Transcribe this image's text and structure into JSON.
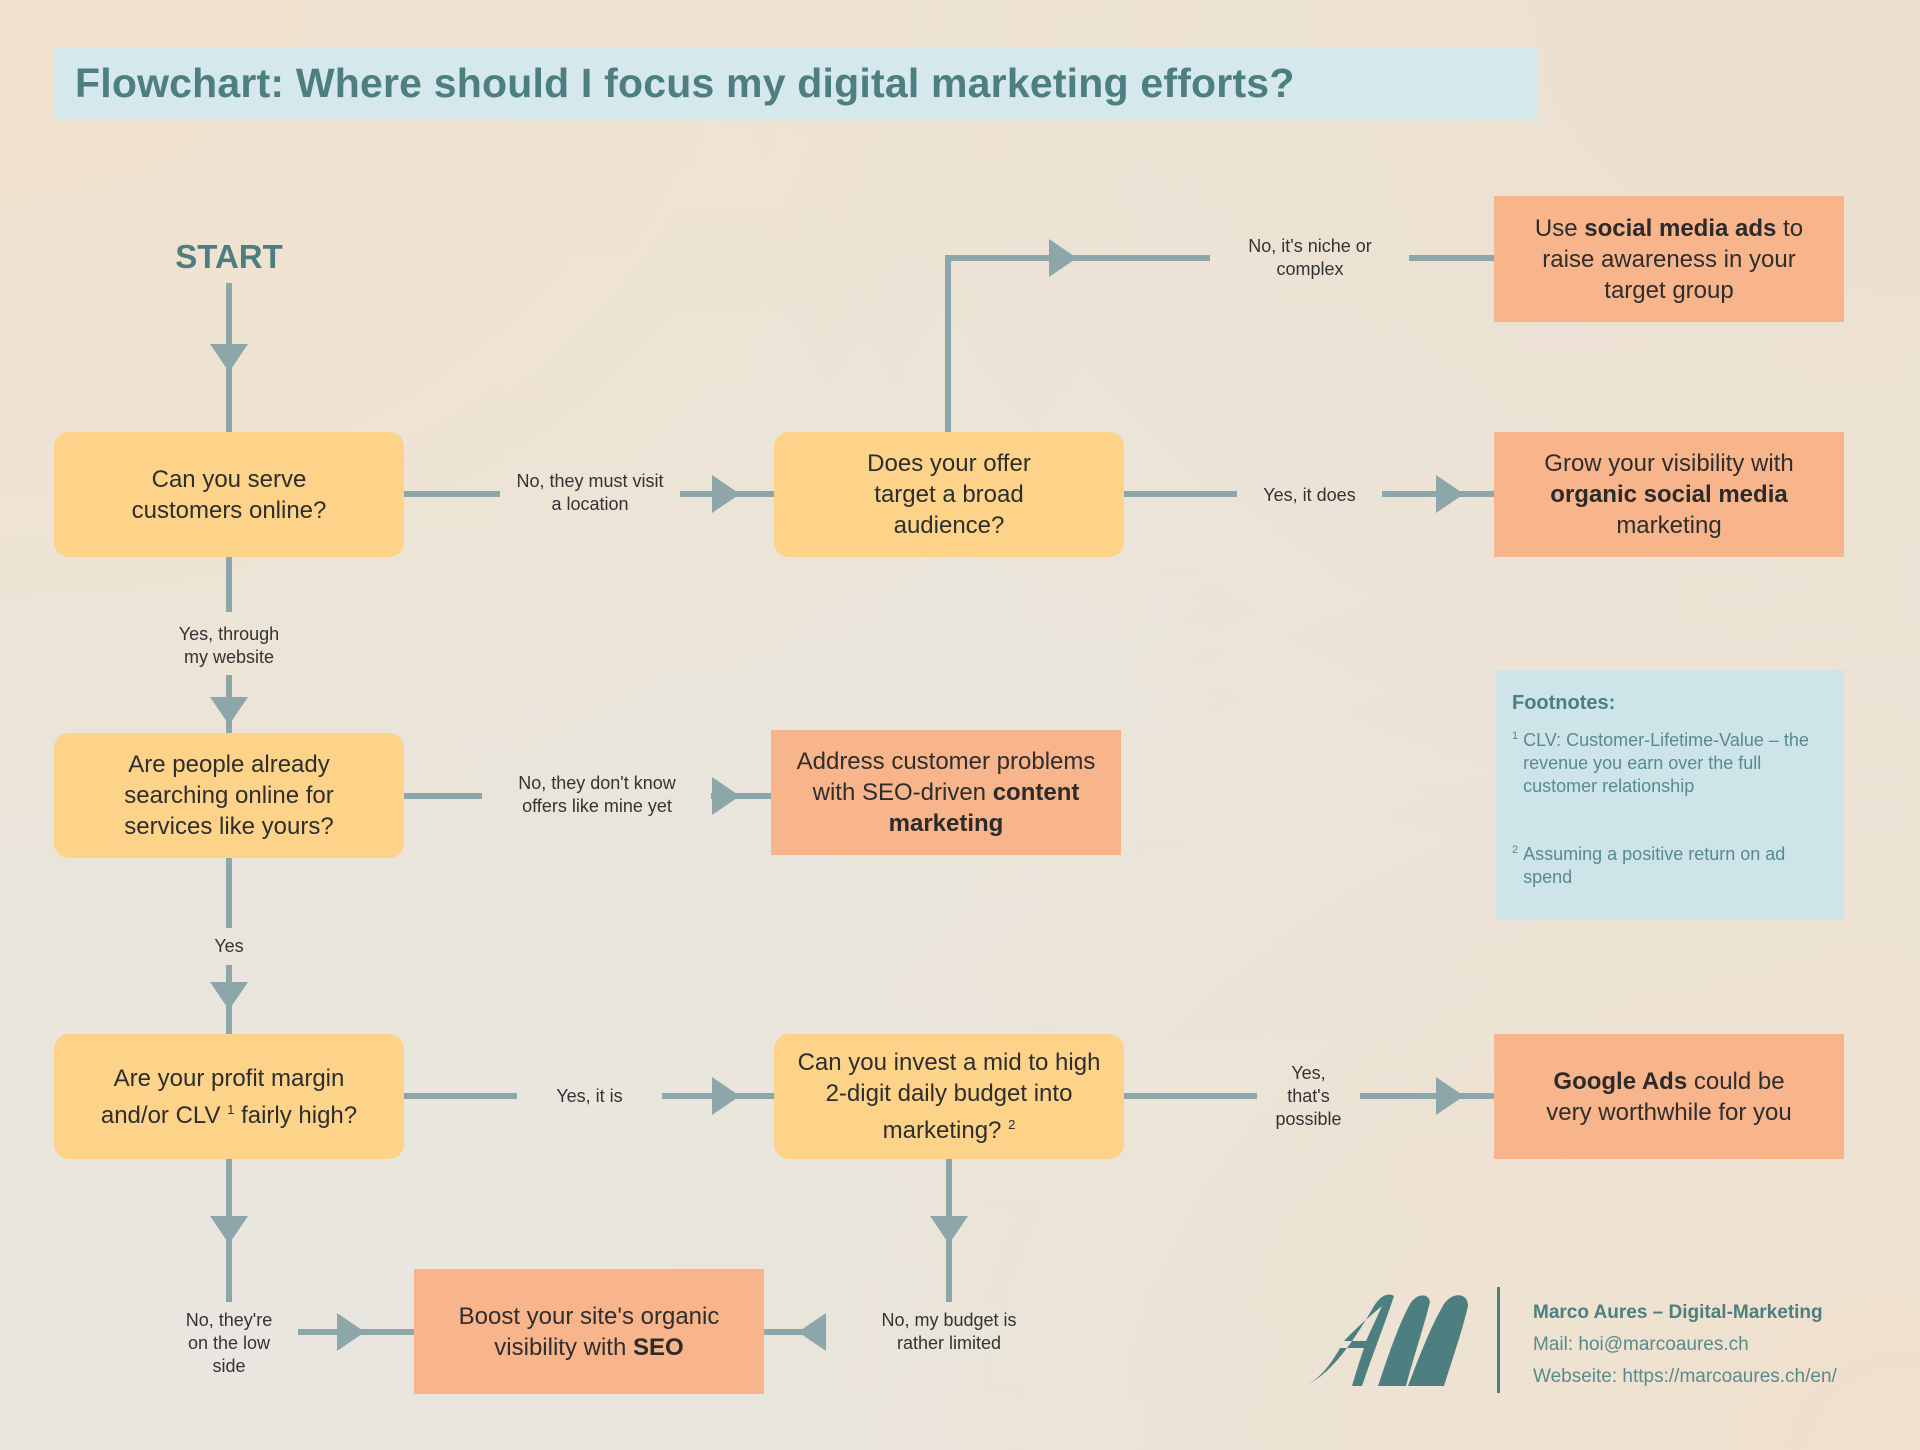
{
  "title": "Flowchart: Where should I focus my digital marketing efforts?",
  "start_label": "START",
  "nodes": {
    "q_serve_online": "Can you serve customers online?",
    "q_broad_audience": "Does your offer target a broad audience?",
    "q_people_searching": "Are people already searching online for services like yours?",
    "q_profit_margin": {
      "text": "Are your profit margin and/or CLV",
      "sup": "1",
      "text_after": "fairly high?"
    },
    "q_invest_budget": {
      "text": "Can you invest a mid to high 2-digit daily budget into marketing?",
      "sup": "2"
    },
    "a_social_ads": {
      "before": "Use ",
      "bold": "social media ads",
      "after": " to raise awareness in your target group"
    },
    "a_organic_social": {
      "before": "Grow your visibility with ",
      "bold": "organic social media",
      "after": " marketing"
    },
    "a_content_marketing": {
      "before": "Address customer problems with SEO-driven ",
      "bold": "content marketing",
      "after": ""
    },
    "a_google_ads": {
      "before": "",
      "bold": "Google Ads",
      "after": " could be very worthwhile for you"
    },
    "a_seo": {
      "before": "Boost your site's organic visibility with ",
      "bold": "SEO",
      "after": ""
    }
  },
  "edge_labels": {
    "serve_no": "No, they must visit\na location",
    "serve_yes": "Yes, through\nmy website",
    "broad_no": "No, it's niche or\ncomplex",
    "broad_yes": "Yes, it does",
    "searching_no": "No, they don't know\noffers like mine yet",
    "searching_yes": "Yes",
    "margin_yes": "Yes, it is",
    "margin_no": "No, they're\non the low\nside",
    "budget_yes": "Yes,\nthat's\npossible",
    "budget_no": "No, my budget is\nrather limited"
  },
  "footnotes": {
    "title": "Footnotes:",
    "items": [
      {
        "marker": "1",
        "text": "CLV: Customer-Lifetime-Value – the revenue you earn over the full customer relationship"
      },
      {
        "marker": "2",
        "text": "Assuming a positive return on ad spend"
      }
    ]
  },
  "branding": {
    "logo_text": "AM",
    "name": "Marco Aures – Digital-Marketing",
    "mail": "Mail: hoi@marcoaures.ch",
    "website": "Webseite: https://marcoaures.ch/en/"
  },
  "colors": {
    "question": "#fcd388",
    "answer": "#f8b48b",
    "connector": "#8da6aa",
    "accent": "#4d7e80",
    "footnote_bg": "#cde4e8",
    "title_bg": "#d5e8eb"
  }
}
